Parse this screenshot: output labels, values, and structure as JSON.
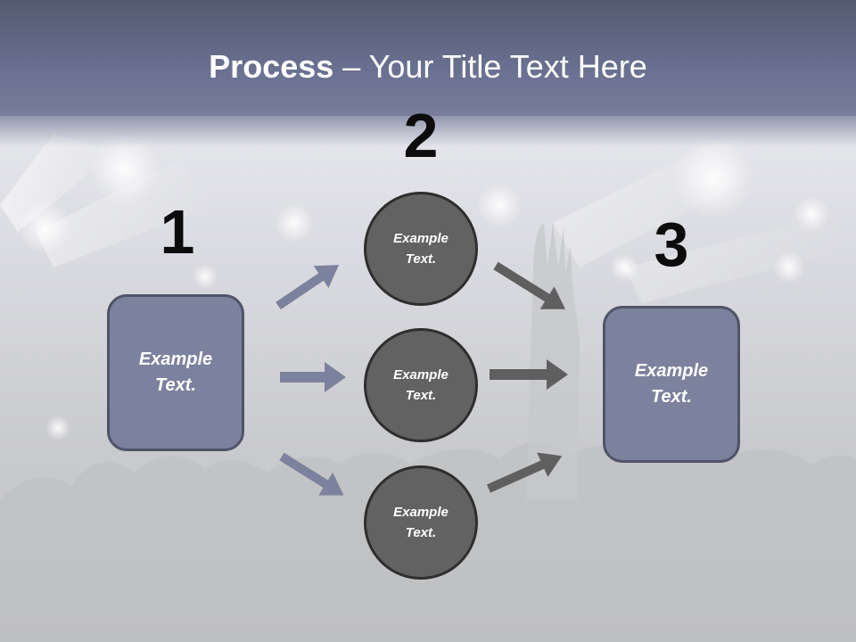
{
  "title": {
    "bold": "Process",
    "rest": " – Your Title Text Here"
  },
  "steps": [
    {
      "number": "1",
      "box_text": "Example Text."
    },
    {
      "number": "2",
      "circles": [
        "Example Text.",
        "Example Text.",
        "Example Text."
      ]
    },
    {
      "number": "3",
      "box_text": "Example Text."
    }
  ],
  "colors": {
    "header": "#6a7090",
    "box_fill": "#7c819d",
    "box_border": "#4f5468",
    "circle_fill": "#626262",
    "circle_border": "#2e2e2e",
    "arrow_left": "#7c819d",
    "arrow_right": "#5f5f5f"
  }
}
